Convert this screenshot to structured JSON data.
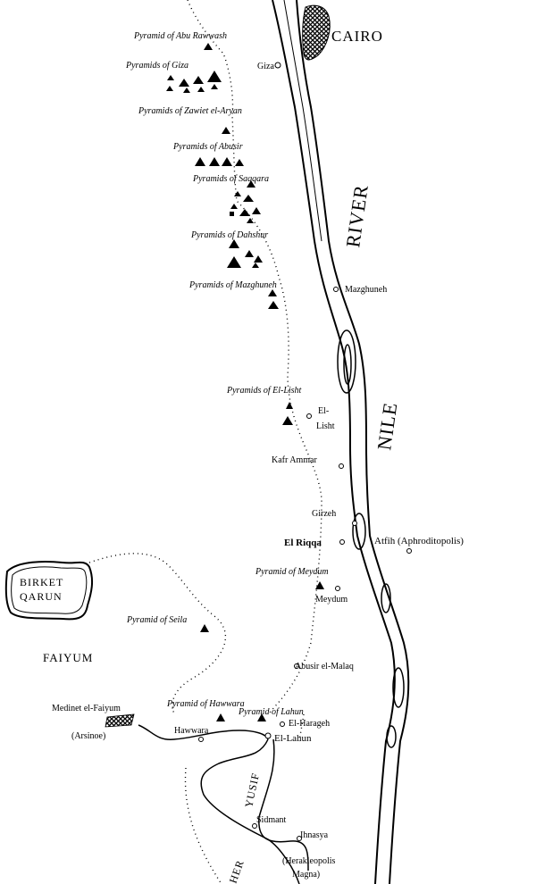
{
  "map": {
    "cities": {
      "cairo": "CAIRO",
      "giza": "Giza",
      "mazghuneh": "Mazghuneh",
      "el_lisht_1": "El-",
      "el_lisht_2": "Lisht",
      "kafr_ammar": "Kafr Ammar",
      "girzeh": "Girzeh",
      "el_riqqa": "El Riqqa",
      "atfih": "Atfih (Aphroditopolis)",
      "meydum": "Meydum",
      "abusir_el_malaq": "Abusir el-Malaq",
      "el_harageh": "El-Harageh",
      "el_lahun": "El-Lahun",
      "hawwara": "Hawwara",
      "medinet_el_faiyum": "Medinet el-Faiyum",
      "arsinoe": "(Arsinoe)",
      "sidmant": "Sidmant",
      "ihnasya": "Ihnasya",
      "herakleopolis_1": "(Herakleopolis",
      "herakleopolis_2": "Magna)"
    },
    "pyramid_sites": {
      "abu_rawash": "Pyramid of Abu Rawwash",
      "giza": "Pyramids of Giza",
      "zawiet": "Pyramids of Zawiet el-Aryan",
      "abusir": "Pyramids of Abusir",
      "saqqara": "Pyramids of Saqqara",
      "dahshur": "Pyramids of Dahshur",
      "mazghuneh": "Pyramids of Mazghuneh",
      "el_lisht": "Pyramids of El-Lisht",
      "meydum": "Pyramid of Meydum",
      "seila": "Pyramid of Seila",
      "hawwara": "Pyramid of Hawwara",
      "lahun": "Pyramid of Lahun"
    },
    "regions": {
      "faiyum": "FAIYUM",
      "birket_1": "BIRKET",
      "birket_2": "QARUN"
    },
    "rivers": {
      "river_word": "RIVER",
      "nile_word": "NILE",
      "yusif": "YUSIF",
      "bahr_fragment": "HER"
    }
  }
}
